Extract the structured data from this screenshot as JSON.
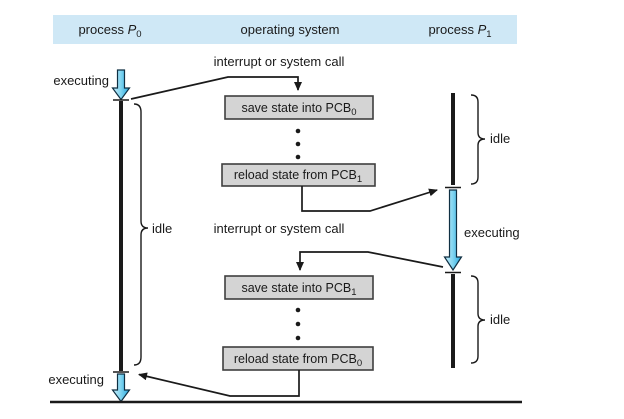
{
  "title": "process context switch diagram",
  "header": {
    "process_p0": {
      "prefix": "process ",
      "variable": "P",
      "subscript": "0"
    },
    "operating_system": "operating system",
    "process_p1": {
      "prefix": "process ",
      "variable": "P",
      "subscript": "1"
    }
  },
  "timeline_p0": {
    "executing_top": "executing",
    "idle": "idle",
    "executing_bottom": "executing"
  },
  "os_column": {
    "interrupt_top": "interrupt or system call",
    "interrupt_bottom": "interrupt or system call",
    "box_save_p0": {
      "text": "save state into PCB",
      "subscript": "0"
    },
    "box_reload_p1": {
      "text": "reload state from PCB",
      "subscript": "1"
    },
    "box_save_p1": {
      "text": "save state into PCB",
      "subscript": "1"
    },
    "box_reload_p0": {
      "text": "reload state from PCB",
      "subscript": "0"
    }
  },
  "timeline_p1": {
    "idle_top": "idle",
    "executing": "executing",
    "idle_bottom": "idle"
  },
  "colors": {
    "header_bg": "#cfe8f6",
    "box_bg": "#d4d4d4",
    "box_border": "#3f3f3f",
    "line": "#1a1a1a",
    "arrow_fill_light": "#cdeefb",
    "arrow_fill_mid": "#7fd4f0",
    "arrow_fill_dark": "#25a8e0",
    "arrow_outline": "#0f2f42"
  }
}
